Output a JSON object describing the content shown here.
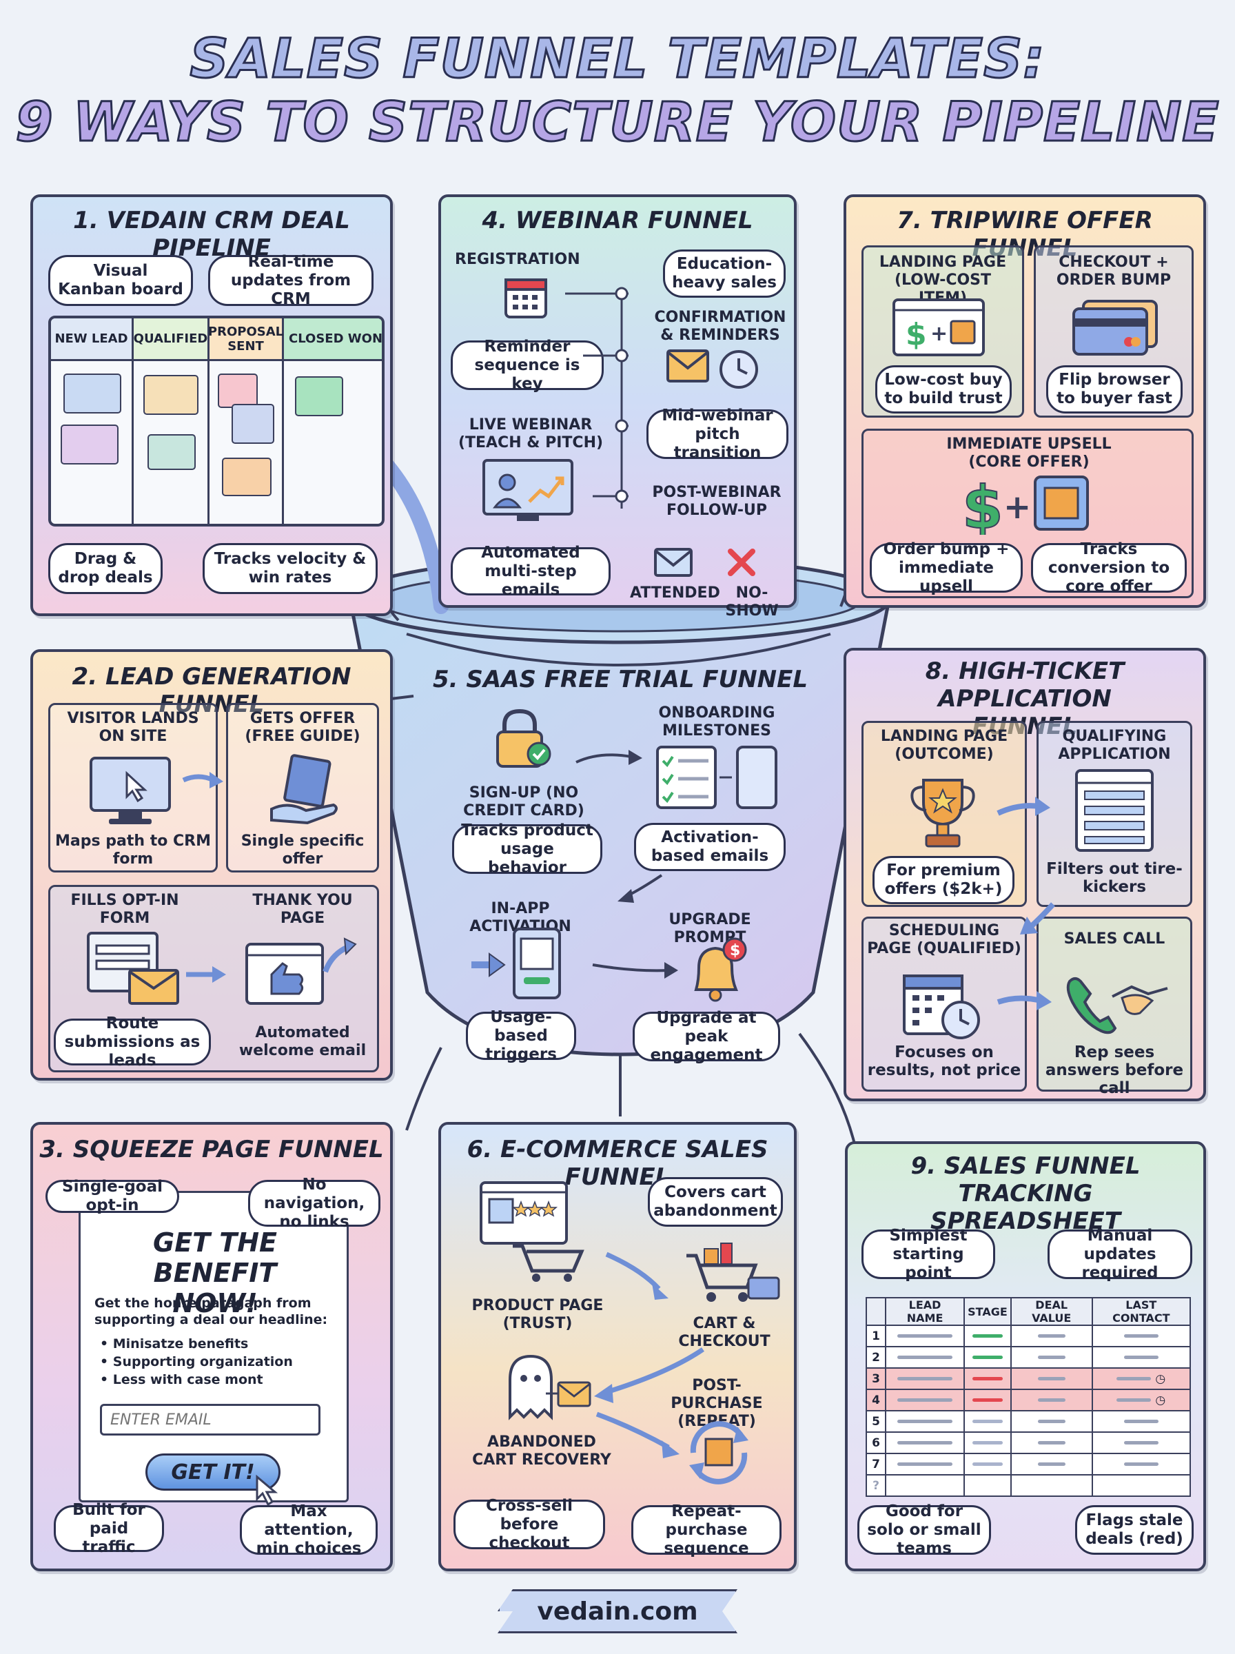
{
  "title": {
    "line1": "SALES FUNNEL TEMPLATES:",
    "line2": "9 WAYS TO STRUCTURE YOUR PIPELINE"
  },
  "footer": "vedain.com",
  "card1": {
    "title": "1. VEDAIN CRM DEAL PIPELINE",
    "columns": [
      "NEW LEAD",
      "QUALIFIED",
      "PROPOSAL SENT",
      "CLOSED WON"
    ],
    "bubbles": [
      "Visual Kanban board",
      "Real-time updates from CRM",
      "Drag & drop deals",
      "Tracks velocity & win rates"
    ]
  },
  "card2": {
    "title": "2. LEAD GENERATION FUNNEL",
    "steps": [
      {
        "label": "VISITOR LANDS ON SITE",
        "note": "Maps path to CRM form"
      },
      {
        "label": "GETS OFFER (FREE GUIDE)",
        "note": "Single specific offer"
      },
      {
        "label": "FILLS OPT-IN FORM",
        "note": "Route submissions as leads"
      },
      {
        "label": "THANK YOU PAGE",
        "note": "Automated welcome email"
      }
    ]
  },
  "card3": {
    "title": "3. SQUEEZE PAGE FUNNEL",
    "headline": "GET THE BENEFIT NOW!",
    "paragraph": "Get the honre paragaph from supporting a deal our headline:",
    "bullets": [
      "Minisatze benefits",
      "Supporting organization",
      "Less with case mont"
    ],
    "email_placeholder": "ENTER EMAIL",
    "cta": "GET IT!",
    "bubbles": [
      "Single-goal opt-in",
      "No navigation, no links",
      "Built for paid traffic",
      "Max attention, min choices"
    ]
  },
  "card4": {
    "title": "4. WEBINAR FUNNEL",
    "steps": [
      "REGISTRATION",
      "CONFIRMATION & REMINDERS",
      "LIVE WEBINAR (TEACH & PITCH)",
      "POST-WEBINAR FOLLOW-UP"
    ],
    "bubbles": [
      "Education-heavy sales",
      "Reminder sequence is key",
      "Mid-webinar pitch transition",
      "Automated multi-step emails"
    ],
    "outcomes": [
      "ATTENDED",
      "NO-SHOW"
    ]
  },
  "card5": {
    "title": "5. SAAS FREE TRIAL FUNNEL",
    "steps": [
      "SIGN-UP (NO CREDIT CARD)",
      "ONBOARDING MILESTONES",
      "IN-APP ACTIVATION",
      "UPGRADE PROMPT"
    ],
    "bubbles": [
      "Tracks product usage behavior",
      "Activation-based emails",
      "Usage-based triggers",
      "Upgrade at peak engagement"
    ]
  },
  "card6": {
    "title": "6. E-COMMERCE SALES FUNNEL",
    "steps": [
      "PRODUCT PAGE (TRUST)",
      "CART & CHECKOUT",
      "ABANDONED CART RECOVERY",
      "POST-PURCHASE (REPEAT)"
    ],
    "bubbles": [
      "Covers cart abandonment",
      "Cross-sell before checkout",
      "Repeat-purchase sequence"
    ]
  },
  "card7": {
    "title": "7. TRIPWIRE OFFER FUNNEL",
    "steps": [
      "LANDING PAGE (LOW-COST ITEM)",
      "CHECKOUT + ORDER BUMP",
      "IMMEDIATE UPSELL (CORE OFFER)"
    ],
    "bubbles": [
      "Low-cost buy to build trust",
      "Flip browser to buyer fast",
      "Order bump + immediate upsell",
      "Tracks conversion to core offer"
    ]
  },
  "card8": {
    "title": "8. HIGH-TICKET APPLICATION FUNNEL",
    "steps": [
      "LANDING PAGE (OUTCOME)",
      "QUALIFYING APPLICATION",
      "SCHEDULING PAGE (QUALIFIED)",
      "SALES CALL"
    ],
    "notes": [
      "For premium offers ($2k+)",
      "Filters out tire-kickers",
      "Focuses on results, not price",
      "Rep sees answers before call"
    ]
  },
  "card9": {
    "title": "9. SALES FUNNEL TRACKING SPREADSHEET",
    "headers": [
      "LEAD NAME",
      "STAGE",
      "DEAL VALUE",
      "LAST CONTACT"
    ],
    "row_numbers": [
      "1",
      "2",
      "3",
      "4",
      "5",
      "6",
      "7",
      "?"
    ],
    "bubbles": [
      "Simplest starting point",
      "Manual updates required",
      "Good for solo or small teams",
      "Flags stale deals (red)"
    ]
  },
  "colors": {
    "stroke": "#3a3f5c",
    "green": "#3fae6a",
    "red": "#e4474f",
    "blue": "#6f8fd6",
    "orange": "#f0a54a"
  }
}
